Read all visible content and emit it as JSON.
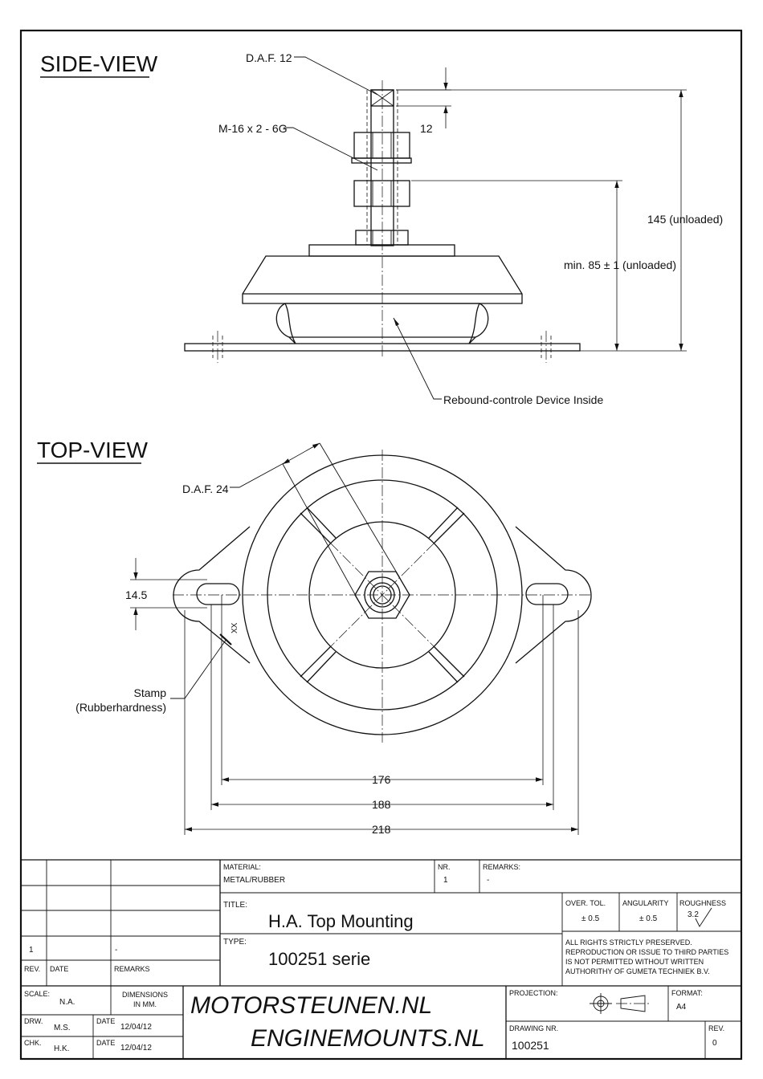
{
  "views": {
    "side_title": "SIDE-VIEW",
    "top_title": "TOP-VIEW"
  },
  "side_view": {
    "daf12": "D.A.F. 12",
    "thread": "M-16 x 2 - 6G",
    "dim_12": "12",
    "dim_145": "145 (unloaded)",
    "dim_85": "min. 85 ± 1 (unloaded)",
    "rebound": "Rebound-controle Device Inside"
  },
  "top_view": {
    "daf24": "D.A.F. 24",
    "dim_14_5": "14.5",
    "xx": "XX",
    "stamp_1": "Stamp",
    "stamp_2": "(Rubberhardness)",
    "dim_176": "176",
    "dim_188": "188",
    "dim_218": "218"
  },
  "title_block": {
    "material_label": "MATERIAL:",
    "material": "METAL/RUBBER",
    "nr_label": "NR.",
    "nr": "1",
    "remarks_label": "REMARKS:",
    "remarks": "-",
    "title_label": "TITLE:",
    "title": "H.A. Top Mounting",
    "type_label": "TYPE:",
    "type": "100251 serie",
    "over_tol_label": "OVER. TOL.",
    "over_tol": "± 0.5",
    "angularity_label": "ANGULARITY",
    "angularity": "± 0.5",
    "roughness_label": "ROUGHNESS",
    "roughness": "3.2",
    "rights_1": "ALL RIGHTS STRICTLY PRESERVED.",
    "rights_2": "REPRODUCTION OR ISSUE TO THIRD PARTIES",
    "rights_3": "IS NOT PERMITTED WITHOUT WRITTEN",
    "rights_4": "AUTHORITHY OF GUMETA TECHNIEK B.V.",
    "rev_row_rev": "1",
    "rev_row_remarks": "-",
    "rev_label": "REV.",
    "date_label": "DATE",
    "rev_remarks_label": "REMARKS",
    "scale_label": "SCALE:",
    "scale": "N.A.",
    "dimensions_1": "DIMENSIONS",
    "dimensions_2": "IN MM.",
    "drw_label": "DRW.",
    "drw": "M.S.",
    "drw_date_label": "DATE",
    "drw_date": "12/04/12",
    "chk_label": "CHK.",
    "chk": "H.K.",
    "chk_date_label": "DATE",
    "chk_date": "12/04/12",
    "brand_1": "MOTORSTEUNEN.NL",
    "brand_2": "ENGINEMOUNTS.NL",
    "projection_label": "PROJECTION:",
    "format_label": "FORMAT:",
    "format": "A4",
    "drawing_nr_label": "DRAWING NR.",
    "drawing_nr": "100251",
    "rev2_label": "REV.",
    "rev2": "0"
  }
}
